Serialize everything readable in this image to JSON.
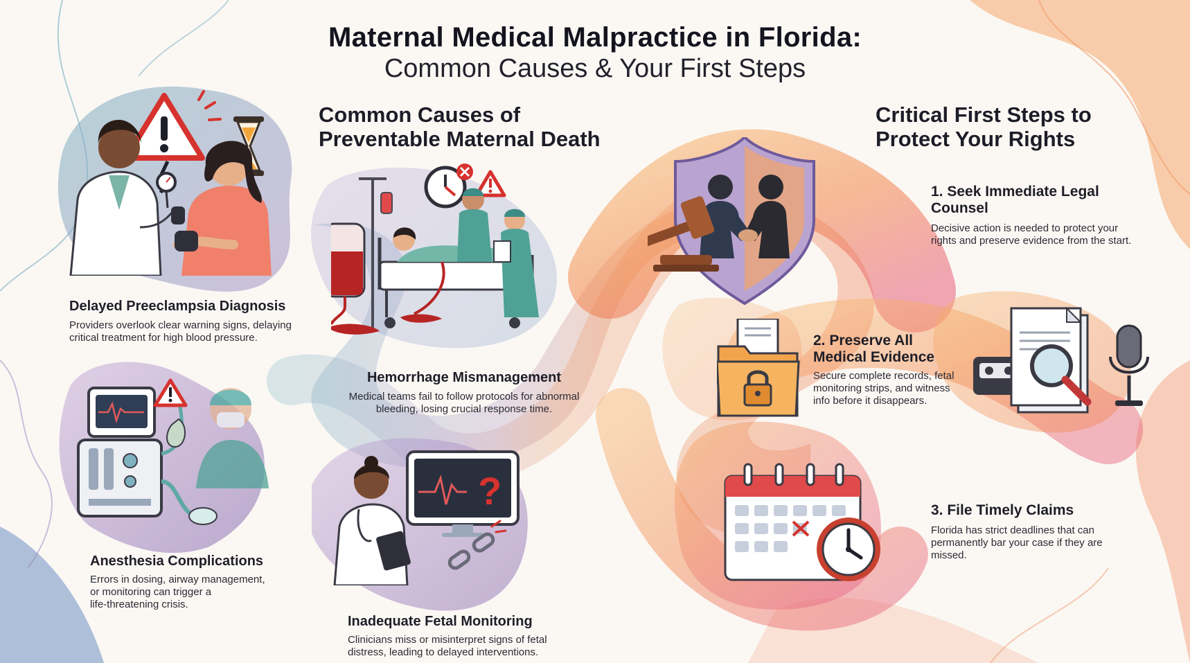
{
  "header": {
    "title": "Maternal Medical Malpractice in Florida:",
    "subtitle": "Common Causes & Your First Steps"
  },
  "causes": {
    "heading_line1": "Common Causes of",
    "heading_line2": "Preventable Maternal Death",
    "items": [
      {
        "title": "Delayed Preeclampsia Diagnosis",
        "text_lines": [
          "Providers overlook clear warning signs, delaying",
          "critical treatment for high blood pressure."
        ]
      },
      {
        "title": "Hemorrhage Mismanagement",
        "text_lines": [
          "Medical teams fail to follow protocols for abnormal",
          "bleeding, losing crucial response time."
        ]
      },
      {
        "title": "Anesthesia Complications",
        "text_lines": [
          "Errors in dosing, airway management,",
          "or monitoring can trigger a",
          "life-threatening crisis."
        ]
      },
      {
        "title": "Inadequate Fetal Monitoring",
        "text_lines": [
          "Clinicians miss or misinterpret signs of fetal",
          "distress, leading to delayed interventions."
        ]
      }
    ]
  },
  "steps": {
    "heading_line1": "Critical First Steps to",
    "heading_line2": "Protect Your Rights",
    "items": [
      {
        "title_lines": [
          "1. Seek Immediate Legal",
          "Counsel"
        ],
        "text_lines": [
          "Decisive action is needed to protect your",
          "rights and preserve evidence from the start."
        ]
      },
      {
        "title_lines": [
          "2. Preserve All",
          "Medical Evidence"
        ],
        "text_lines": [
          "Secure complete records, fetal",
          "monitoring strips, and witness",
          "info before it disappears."
        ]
      },
      {
        "title_lines": [
          "3. File Timely Claims"
        ],
        "text_lines": [
          "Florida has strict deadlines that can",
          "permanently bar your case if they are",
          "missed."
        ]
      }
    ]
  },
  "icons": [
    "warning-icon",
    "hourglass-icon",
    "blood-pressure-icon",
    "clock-icon",
    "iv-bag-icon",
    "hospital-bed-icon",
    "anesthesia-machine-icon",
    "heart-monitor-icon",
    "question-mark-icon",
    "broken-chain-icon",
    "shield-icon",
    "handshake-icon",
    "gavel-icon",
    "folder-lock-icon",
    "documents-icon",
    "magnifier-icon",
    "microphone-icon",
    "cassette-icon",
    "calendar-icon",
    "alarm-clock-icon"
  ],
  "colors": {
    "accent_red": "#d6322e",
    "accent_orange": "#f08a3c",
    "accent_purple": "#7d5aa8",
    "accent_teal": "#5fa8a6"
  }
}
